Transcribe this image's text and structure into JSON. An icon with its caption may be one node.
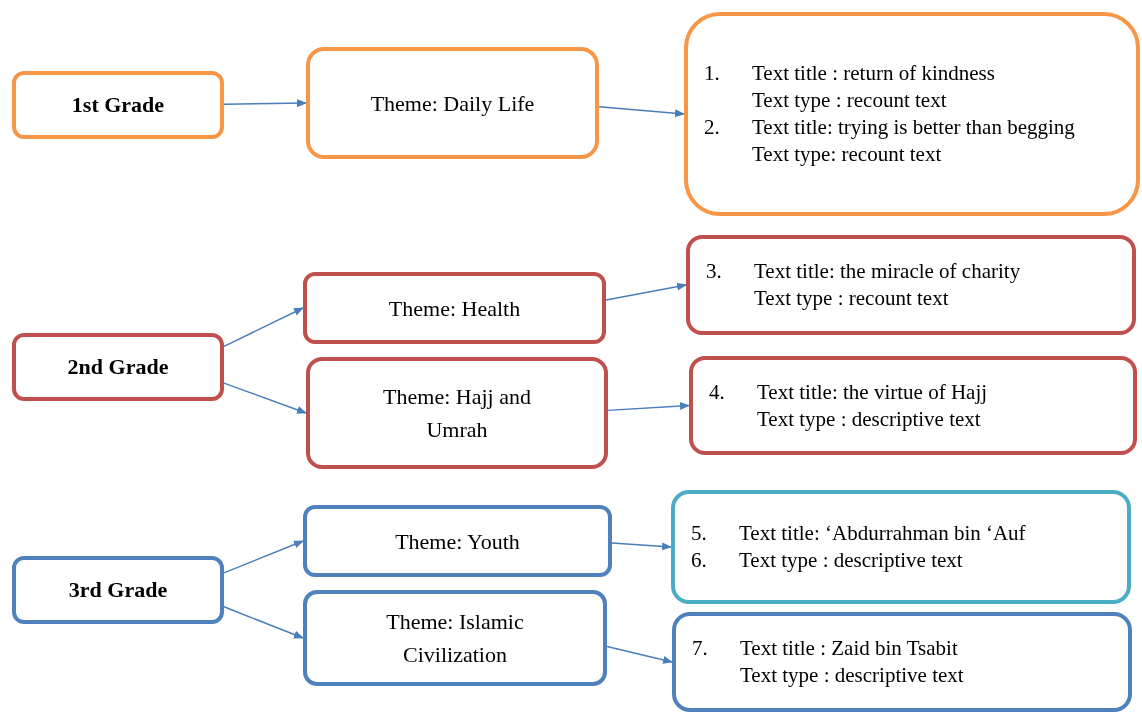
{
  "diagram": {
    "nodes": [
      {
        "text": [
          "1st Grade"
        ]
      },
      {
        "text": [
          "Theme: Daily Life"
        ]
      },
      {
        "text": [
          "1. Text title : return of kindness",
          "Text type : recount text",
          "2. Text title: trying is better than begging",
          "Text type: recount text"
        ]
      },
      {
        "text": [
          "2nd Grade"
        ]
      },
      {
        "text": [
          "Theme: Health"
        ]
      },
      {
        "text": [
          "Theme: Hajj and Umrah"
        ]
      },
      {
        "text": [
          "3. Text title: the miracle of charity",
          "Text type : recount text"
        ]
      },
      {
        "text": [
          "4. Text title: the virtue of Hajj",
          "Text type : descriptive text"
        ]
      },
      {
        "text": [
          "3rd Grade"
        ]
      },
      {
        "text": [
          "Theme: Youth"
        ]
      },
      {
        "text": [
          "Theme: Islamic Civilization"
        ]
      },
      {
        "text": [
          "5. Text title: ‘Abdurrahman bin ‘Auf",
          "6. Text type : descriptive text"
        ]
      },
      {
        "text": [
          "7. Text title : Zaid bin Tsabit",
          "Text type : descriptive text"
        ]
      }
    ],
    "edges": [
      {
        "from": 0,
        "to": 1,
        "arrow": "to"
      },
      {
        "from": 1,
        "to": 2,
        "arrow": "to"
      },
      {
        "from": 3,
        "to": 4,
        "arrow": "to"
      },
      {
        "from": 3,
        "to": 5,
        "arrow": "to"
      },
      {
        "from": 4,
        "to": 6,
        "arrow": "to"
      },
      {
        "from": 5,
        "to": 7,
        "arrow": "to"
      },
      {
        "from": 8,
        "to": 9,
        "arrow": "to"
      },
      {
        "from": 8,
        "to": 10,
        "arrow": "to"
      },
      {
        "from": 9,
        "to": 11,
        "arrow": "to"
      },
      {
        "from": 10,
        "to": 12,
        "arrow": "to"
      }
    ]
  }
}
